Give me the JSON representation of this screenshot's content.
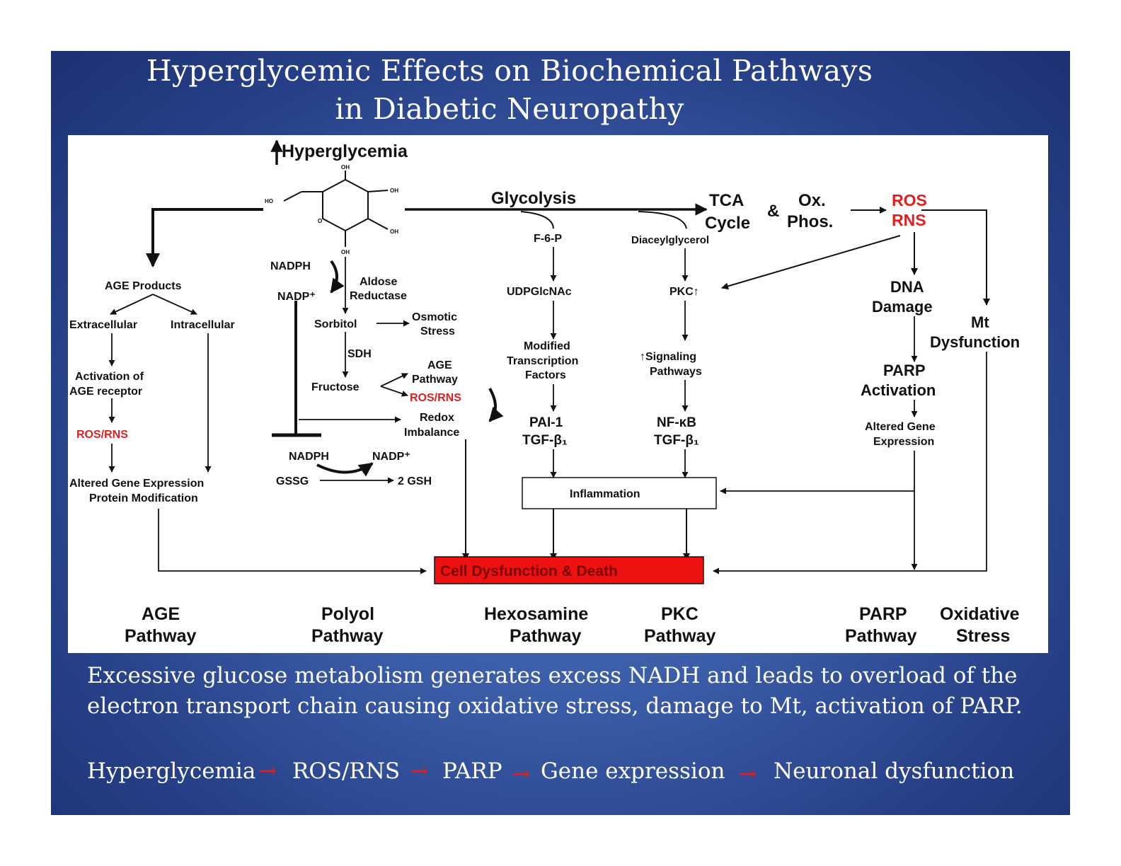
{
  "title": {
    "line1": "Hyperglycemic Effects on Biochemical Pathways",
    "line2": "in Diabetic Neuropathy"
  },
  "diagram": {
    "hyperglycemia": "Hyperglycemia",
    "glycolysis": "Glycolysis",
    "tca_cycle": [
      "TCA",
      "Cycle"
    ],
    "ampersand": "&",
    "ox_phos": [
      "Ox.",
      "Phos."
    ],
    "ros_rns_top": [
      "ROS",
      "RNS"
    ],
    "glucose_labels": [
      "OH",
      "OH",
      "OH",
      "OH",
      "HO",
      "O"
    ],
    "age": {
      "products": "AGE Products",
      "extracellular": "Extracellular",
      "intracellular": "Intracellular",
      "activation": [
        "Activation of",
        "AGE receptor"
      ],
      "ros_rns": "ROS/RNS",
      "outcome": [
        "Altered Gene Expression",
        "Protein Modification"
      ]
    },
    "polyol": {
      "nadph": "NADPH",
      "nadp": "NADP⁺",
      "aldose_reductase": [
        "Aldose",
        "Reductase"
      ],
      "sorbitol": "Sorbitol",
      "osmotic_stress": [
        "Osmotic",
        "Stress"
      ],
      "sdh": "SDH",
      "fructose": "Fructose",
      "age_pathway": [
        "AGE",
        "Pathway"
      ],
      "ros_rns": "ROS/RNS",
      "redox_imbalance": [
        "Redox",
        "Imbalance"
      ],
      "nadph2": "NADPH",
      "nadp2": "NADP⁺",
      "gssg": "GSSG",
      "gsh": "2 GSH"
    },
    "hexosamine": {
      "f6p": "F-6-P",
      "udpglcnac": "UDPGlcNAc",
      "modified_tf": [
        "Modified",
        "Transcription",
        "Factors"
      ],
      "pai1": "PAI-1",
      "tgf": "TGF-β₁"
    },
    "pkc": {
      "diacylglycerol": "Diaceylglycerol",
      "pkc": "PKC↑",
      "signaling": [
        "↑Signaling",
        "Pathways"
      ],
      "nfkb": "NF-κB",
      "tgf": "TGF-β₁"
    },
    "parp": {
      "dna_damage": [
        "DNA",
        "Damage"
      ],
      "parp_activation": [
        "PARP",
        "Activation"
      ],
      "altered_gene": [
        "Altered Gene",
        "Expression"
      ]
    },
    "mt_dysfunction": [
      "Mt",
      "Dysfunction"
    ],
    "inflammation": "Inflammation",
    "cell_dysfunction": "Cell Dysfunction & Death",
    "pathway_labels": [
      [
        "AGE",
        "Pathway"
      ],
      [
        "Polyol",
        "Pathway"
      ],
      [
        "Hexosamine",
        "Pathway"
      ],
      [
        "PKC",
        "Pathway"
      ],
      [
        "PARP",
        "Pathway"
      ],
      [
        "Oxidative",
        "Stress"
      ]
    ],
    "colors": {
      "red_text": "#e02020",
      "red_box": "#ee1111",
      "arrow": "#111111"
    }
  },
  "body": {
    "paragraph_line1": "Excessive glucose metabolism generates excess NADH and leads to overload of the",
    "paragraph_line2": "electron transport chain causing oxidative stress, damage to Mt, activation of PARP.",
    "flow": [
      "Hyperglycemia",
      "ROS/RNS",
      "PARP",
      "Gene expression",
      "Neuronal dysfunction"
    ],
    "flow_arrow": "→"
  },
  "colors": {
    "slide_bg": "#3a5ba6",
    "slide_dark": "#1d3173",
    "text": "#ffffff"
  }
}
